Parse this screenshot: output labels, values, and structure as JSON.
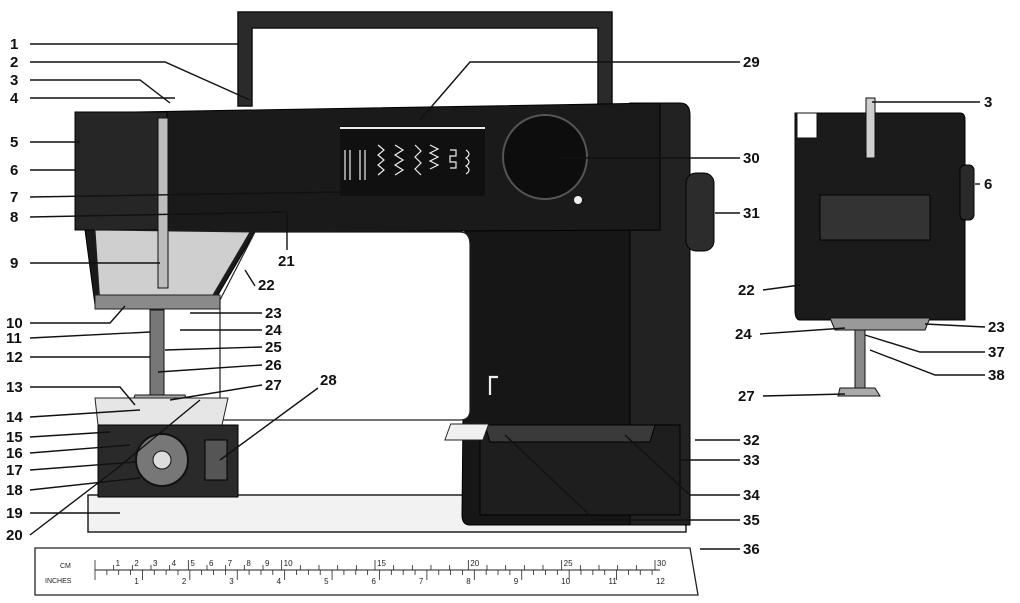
{
  "ruler": {
    "cm_label": "CM",
    "inches_label": "INCHES",
    "cm_numbers": [
      "1",
      "2",
      "3",
      "4",
      "5",
      "6",
      "7",
      "8",
      "9",
      "10",
      "15",
      "20",
      "25",
      "30"
    ],
    "inch_numbers": [
      "1",
      "2",
      "3",
      "4",
      "5",
      "6",
      "7",
      "8",
      "9",
      "10",
      "11",
      "12"
    ]
  },
  "labels": [
    {
      "id": "1",
      "text": "1"
    },
    {
      "id": "2",
      "text": "2"
    },
    {
      "id": "3",
      "text": "3"
    },
    {
      "id": "4",
      "text": "4"
    },
    {
      "id": "5",
      "text": "5"
    },
    {
      "id": "6",
      "text": "6"
    },
    {
      "id": "7",
      "text": "7"
    },
    {
      "id": "8",
      "text": "8"
    },
    {
      "id": "9",
      "text": "9"
    },
    {
      "id": "10",
      "text": "10"
    },
    {
      "id": "11",
      "text": "11"
    },
    {
      "id": "12",
      "text": "12"
    },
    {
      "id": "13",
      "text": "13"
    },
    {
      "id": "14",
      "text": "14"
    },
    {
      "id": "15",
      "text": "15"
    },
    {
      "id": "16",
      "text": "16"
    },
    {
      "id": "17",
      "text": "17"
    },
    {
      "id": "18",
      "text": "18"
    },
    {
      "id": "19",
      "text": "19"
    },
    {
      "id": "20",
      "text": "20"
    },
    {
      "id": "21",
      "text": "21"
    },
    {
      "id": "22",
      "text": "22"
    },
    {
      "id": "23",
      "text": "23"
    },
    {
      "id": "24",
      "text": "24"
    },
    {
      "id": "25",
      "text": "25"
    },
    {
      "id": "26",
      "text": "26"
    },
    {
      "id": "27",
      "text": "27"
    },
    {
      "id": "28",
      "text": "28"
    },
    {
      "id": "29",
      "text": "29"
    },
    {
      "id": "30",
      "text": "30"
    },
    {
      "id": "31",
      "text": "31"
    },
    {
      "id": "32",
      "text": "32"
    },
    {
      "id": "33",
      "text": "33"
    },
    {
      "id": "34",
      "text": "34"
    },
    {
      "id": "35",
      "text": "35"
    },
    {
      "id": "36",
      "text": "36"
    },
    {
      "id": "3b",
      "text": "3"
    },
    {
      "id": "6b",
      "text": "6"
    },
    {
      "id": "22b",
      "text": "22"
    },
    {
      "id": "23b",
      "text": "23"
    },
    {
      "id": "24b",
      "text": "24"
    },
    {
      "id": "27b",
      "text": "27"
    },
    {
      "id": "37",
      "text": "37"
    },
    {
      "id": "38",
      "text": "38"
    }
  ]
}
